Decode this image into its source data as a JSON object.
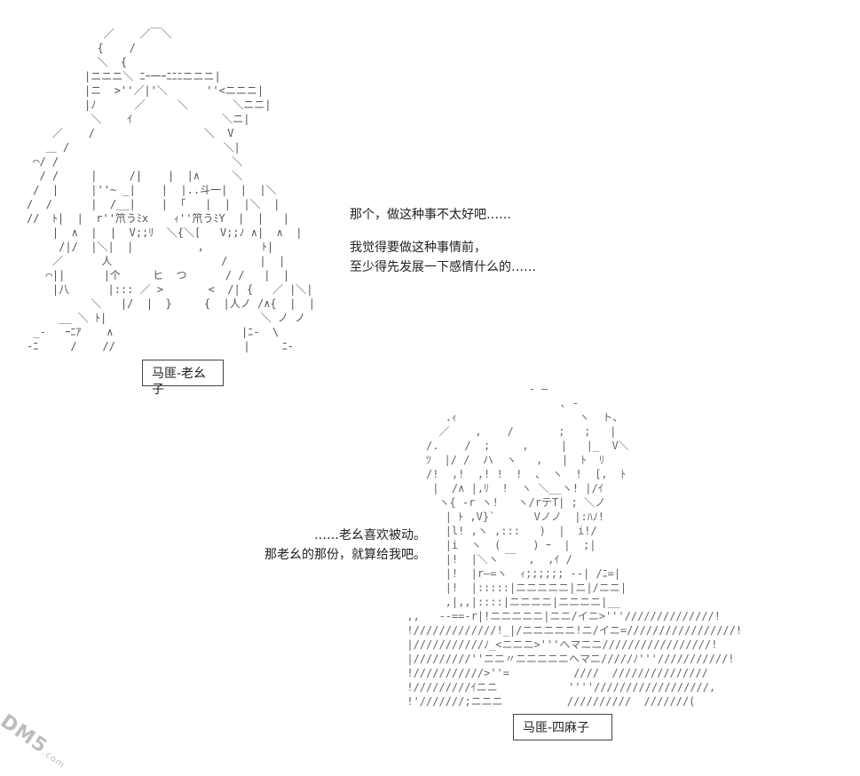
{
  "top_panel": {
    "dialog_line_1": "那个，做这种事不太好吧……",
    "dialog_line_2": "我觉得要做这种事情前，",
    "dialog_line_3": "至少得先发展一下感情什么的……",
    "nameplate": "马匪-老幺子"
  },
  "bottom_panel": {
    "dialog_line_1": "……老幺喜欢被动。",
    "dialog_line_2": "那老幺的那份，就算给我吧。",
    "nameplate": "马匪-四麻子"
  },
  "watermark": {
    "text": "DM5",
    "sub": ".com"
  }
}
